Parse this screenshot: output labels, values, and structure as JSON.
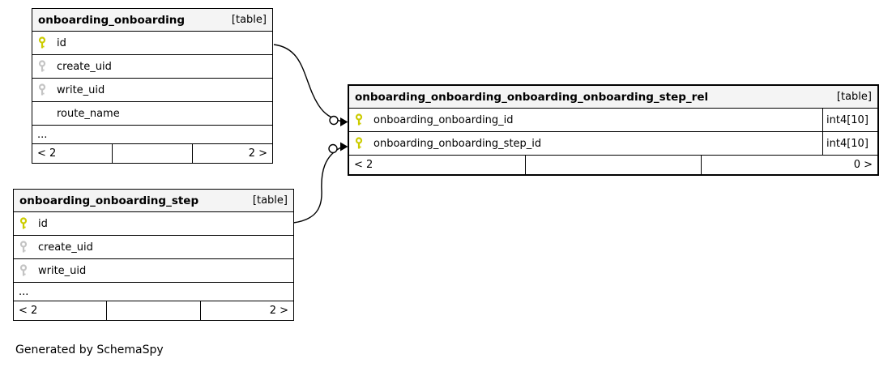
{
  "page": {
    "caption": "Generated by SchemaSpy"
  },
  "colors": {
    "primary_key_icon": "#cccc00",
    "foreign_key_icon": "#c4c4c4",
    "header_background": "#f4f4f4",
    "border": "#000000",
    "background": "#ffffff"
  },
  "tables": [
    {
      "name": "onboarding_onboarding",
      "badge": "[table]",
      "columns": [
        {
          "name": "id",
          "key": "primary"
        },
        {
          "name": "create_uid",
          "key": "foreign"
        },
        {
          "name": "write_uid",
          "key": "foreign"
        },
        {
          "name": "route_name",
          "key": "none"
        }
      ],
      "ellipsis": "...",
      "footer": {
        "left": "< 2",
        "middle": "",
        "right": "2 >"
      }
    },
    {
      "name": "onboarding_onboarding_step",
      "badge": "[table]",
      "columns": [
        {
          "name": "id",
          "key": "primary"
        },
        {
          "name": "create_uid",
          "key": "foreign"
        },
        {
          "name": "write_uid",
          "key": "foreign"
        }
      ],
      "ellipsis": "...",
      "footer": {
        "left": "< 2",
        "middle": "",
        "right": "2 >"
      }
    },
    {
      "name": "onboarding_onboarding_onboarding_onboarding_step_rel",
      "badge": "[table]",
      "columns": [
        {
          "name": "onboarding_onboarding_id",
          "key": "primary",
          "type": "int4[10]"
        },
        {
          "name": "onboarding_onboarding_step_id",
          "key": "primary",
          "type": "int4[10]"
        }
      ],
      "footer": {
        "left": "< 2",
        "middle": "",
        "right": "0 >"
      }
    }
  ],
  "relationships": [
    {
      "from": "onboarding_onboarding.id",
      "to": "onboarding_onboarding_onboarding_onboarding_step_rel.onboarding_onboarding_id"
    },
    {
      "from": "onboarding_onboarding_step.id",
      "to": "onboarding_onboarding_onboarding_onboarding_step_rel.onboarding_onboarding_step_id"
    }
  ]
}
